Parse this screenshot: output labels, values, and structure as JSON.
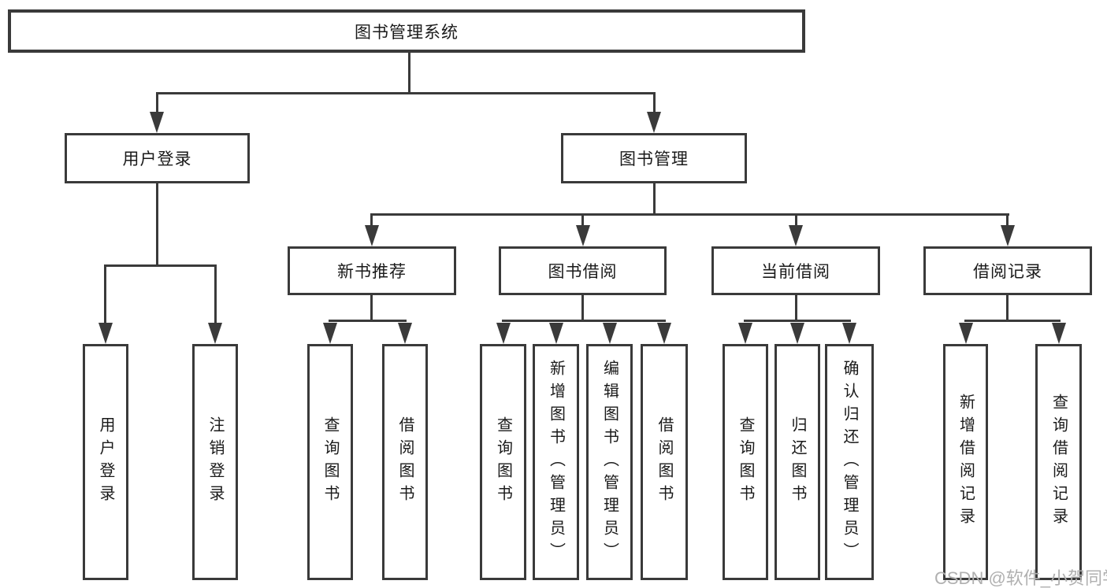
{
  "diagram": {
    "title_node": "图书管理系统",
    "root": {
      "label": "图书管理系统"
    },
    "branches": [
      {
        "label": "用户登录",
        "children": [
          {
            "label": "用户登录"
          },
          {
            "label": "注销登录"
          }
        ]
      },
      {
        "label": "图书管理",
        "children": [
          {
            "label": "新书推荐",
            "children": [
              {
                "label": "查询图书"
              },
              {
                "label": "借阅图书"
              }
            ]
          },
          {
            "label": "图书借阅",
            "children": [
              {
                "label": "查询图书"
              },
              {
                "label": "新增图书（管理员）"
              },
              {
                "label": "编辑图书（管理员）"
              },
              {
                "label": "借阅图书"
              }
            ]
          },
          {
            "label": "当前借阅",
            "children": [
              {
                "label": "查询图书"
              },
              {
                "label": "归还图书"
              },
              {
                "label": "确认归还（管理员）"
              }
            ]
          },
          {
            "label": "借阅记录",
            "children": [
              {
                "label": "新增借阅记录"
              },
              {
                "label": "查询借阅记录"
              }
            ]
          }
        ]
      }
    ],
    "watermark": "CSDN @软件_小贺同学",
    "colors": {
      "line": "#3a3a3a",
      "text": "#1a1a1a",
      "watermark": "#b0b0b0",
      "background": "#ffffff"
    }
  }
}
